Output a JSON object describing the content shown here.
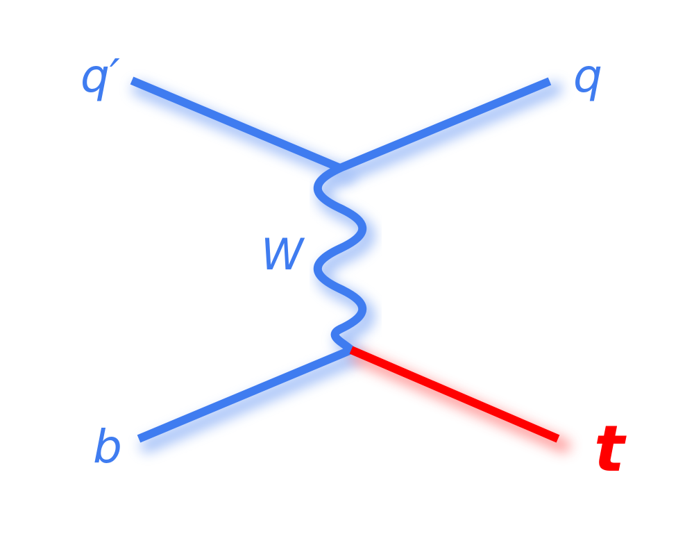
{
  "colors": {
    "quark_line": "#3f7cf0",
    "top_line": "#ff0000",
    "glow_blue": "#5b8ff2",
    "glow_red": "#ff4d4d",
    "background": "#ffffff"
  },
  "particles": {
    "incoming_light_quark": "q′",
    "outgoing_light_quark": "q",
    "incoming_bottom_quark": "b",
    "outgoing_top_quark": "t",
    "exchanged_boson": "W"
  }
}
